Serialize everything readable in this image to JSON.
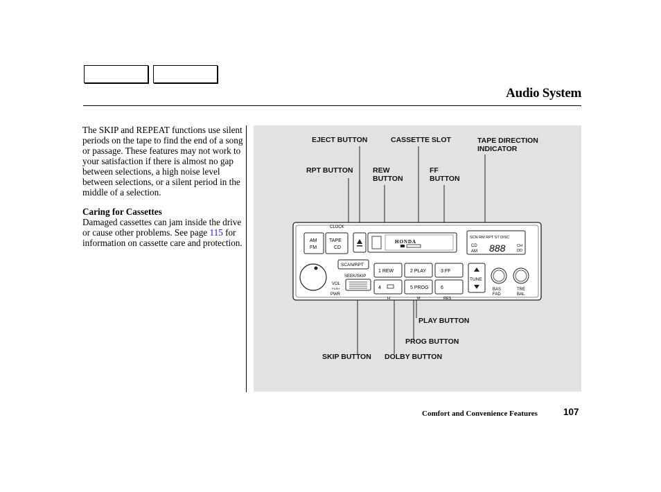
{
  "page": {
    "title": "Audio System",
    "footer_section": "Comfort and Convenience Features",
    "page_number": "107"
  },
  "body": {
    "paragraph1": "The SKIP and REPEAT functions use silent periods on the tape to find the end of a song or passage. These features may not work to your satisfaction if there is almost no gap between selections, a high noise level between selections, or a silent period in the middle of a selection.",
    "caring_heading": "Caring for Cassettes",
    "caring_text_before": "Damaged cassettes can jam inside the drive or cause other problems. See page ",
    "caring_link": "115",
    "caring_text_after": " for information on cassette care and protection."
  },
  "figure": {
    "labels": {
      "eject": "EJECT BUTTON",
      "cassette_slot": "CASSETTE SLOT",
      "tape_direction": "TAPE DIRECTION\nINDICATOR",
      "rpt": "RPT BUTTON",
      "rew": "REW\nBUTTON",
      "ff": "FF\nBUTTON",
      "play": "PLAY BUTTON",
      "prog": "PROG BUTTON",
      "skip": "SKIP BUTTON",
      "dolby": "DOLBY BUTTON"
    },
    "unit_text": {
      "clock": "CLOCK",
      "am": "AM",
      "fm": "FM",
      "tape": "TAPE",
      "cd": "CD",
      "brand": "HONDA",
      "scan_rpt": "SCAN/RPT",
      "seek_skip": "SEEK/SKIP",
      "vol": "VOL",
      "pwr": "PWR",
      "pwr_small": "PUSH",
      "p1": "1 REW",
      "p2": "2 PLAY",
      "p3": "3 FF",
      "p4": "4",
      "p5": "5 PROG",
      "p6": "6",
      "tune": "TUNE",
      "bas": "BAS",
      "fad": "FAD",
      "tre": "TRE",
      "bal": "BAL",
      "h": "H",
      "m": "M",
      "res": "RES",
      "disp_top": "SCN RM RPT ST DISC",
      "disp_cd": "CD",
      "disp_am": "AM",
      "disp_digits": "888",
      "disp_ch": "CH",
      "disp_dd": "DD"
    }
  }
}
